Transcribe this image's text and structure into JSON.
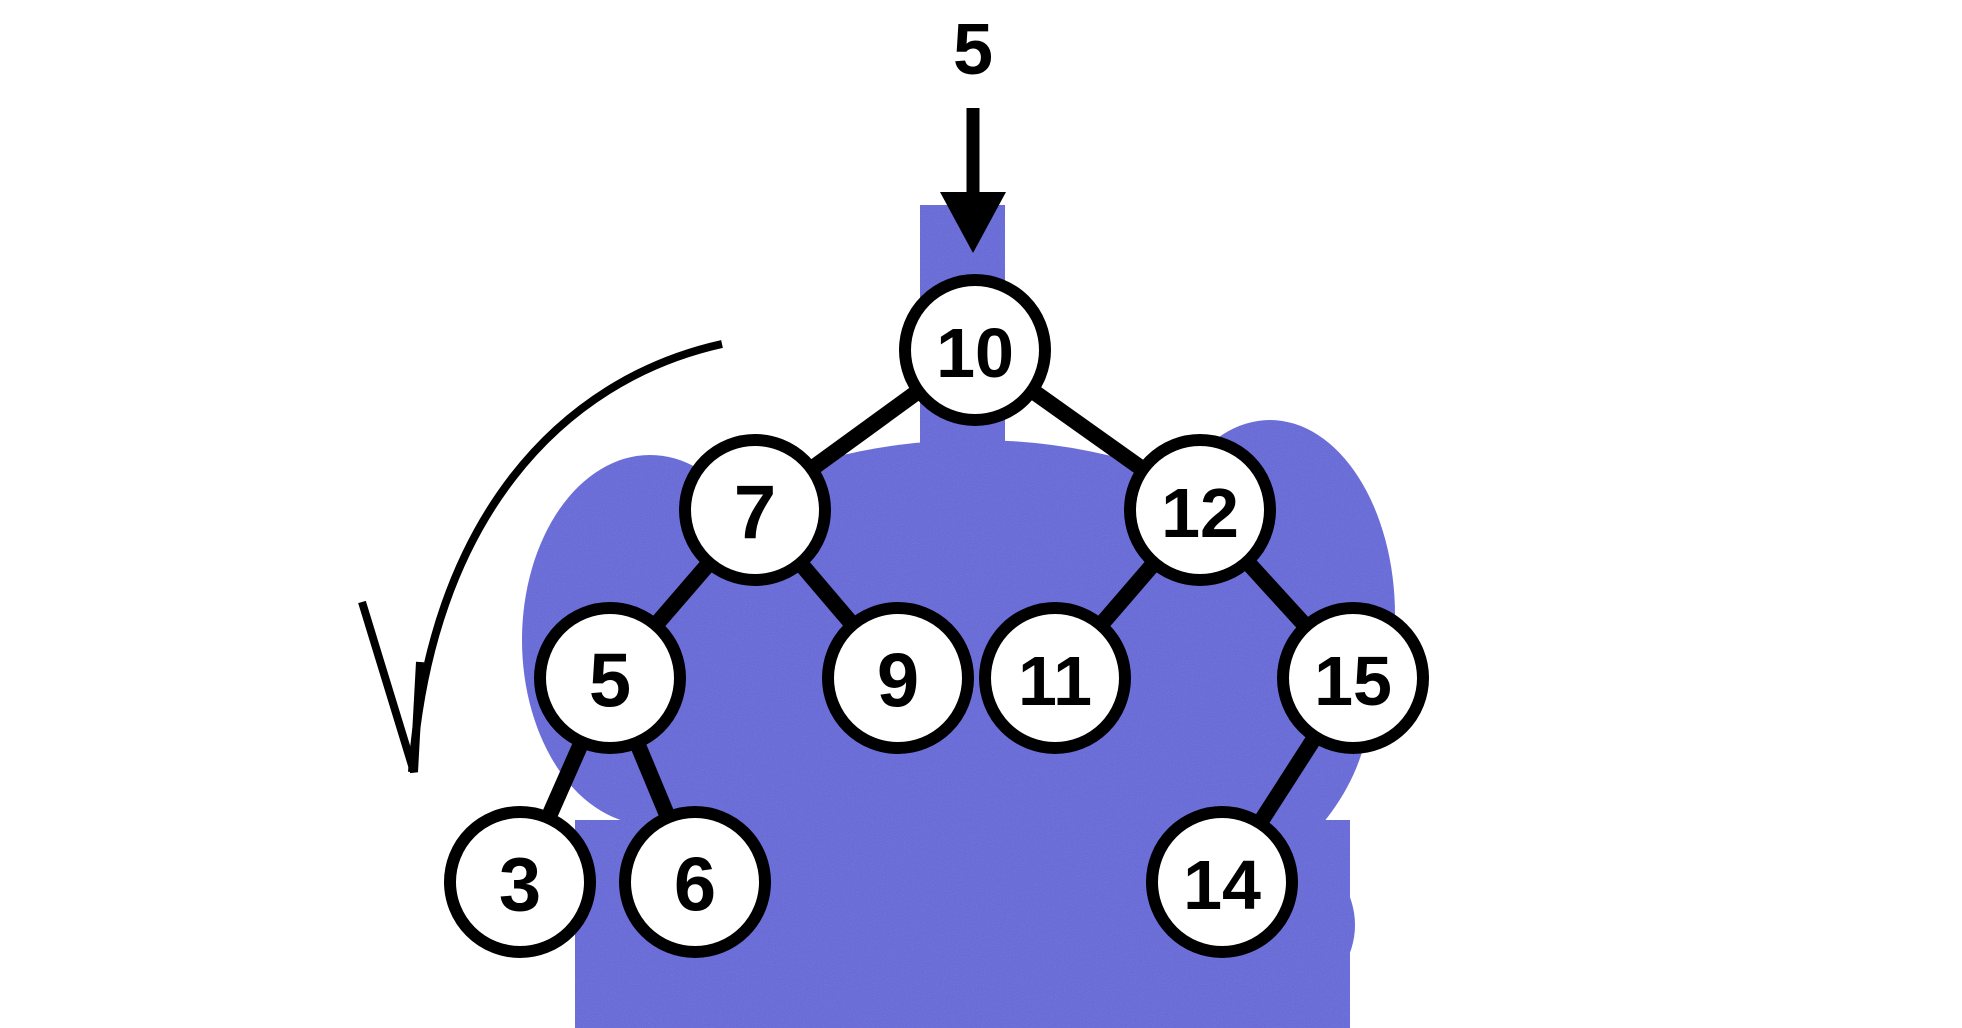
{
  "input_value": "5",
  "colors": {
    "blob": "#6567d9",
    "stroke": "#000000",
    "node_fill": "#ffffff"
  },
  "nodes": [
    {
      "id": "n10",
      "label": "10"
    },
    {
      "id": "n7",
      "label": "7"
    },
    {
      "id": "n12",
      "label": "12"
    },
    {
      "id": "n5",
      "label": "5"
    },
    {
      "id": "n9",
      "label": "9"
    },
    {
      "id": "n11",
      "label": "11"
    },
    {
      "id": "n15",
      "label": "15"
    },
    {
      "id": "n3",
      "label": "3"
    },
    {
      "id": "n6",
      "label": "6"
    },
    {
      "id": "n14",
      "label": "14"
    }
  ],
  "edges": [
    [
      "n10",
      "n7"
    ],
    [
      "n10",
      "n12"
    ],
    [
      "n7",
      "n5"
    ],
    [
      "n7",
      "n9"
    ],
    [
      "n12",
      "n11"
    ],
    [
      "n12",
      "n15"
    ],
    [
      "n5",
      "n3"
    ],
    [
      "n5",
      "n6"
    ],
    [
      "n15",
      "n14"
    ]
  ]
}
